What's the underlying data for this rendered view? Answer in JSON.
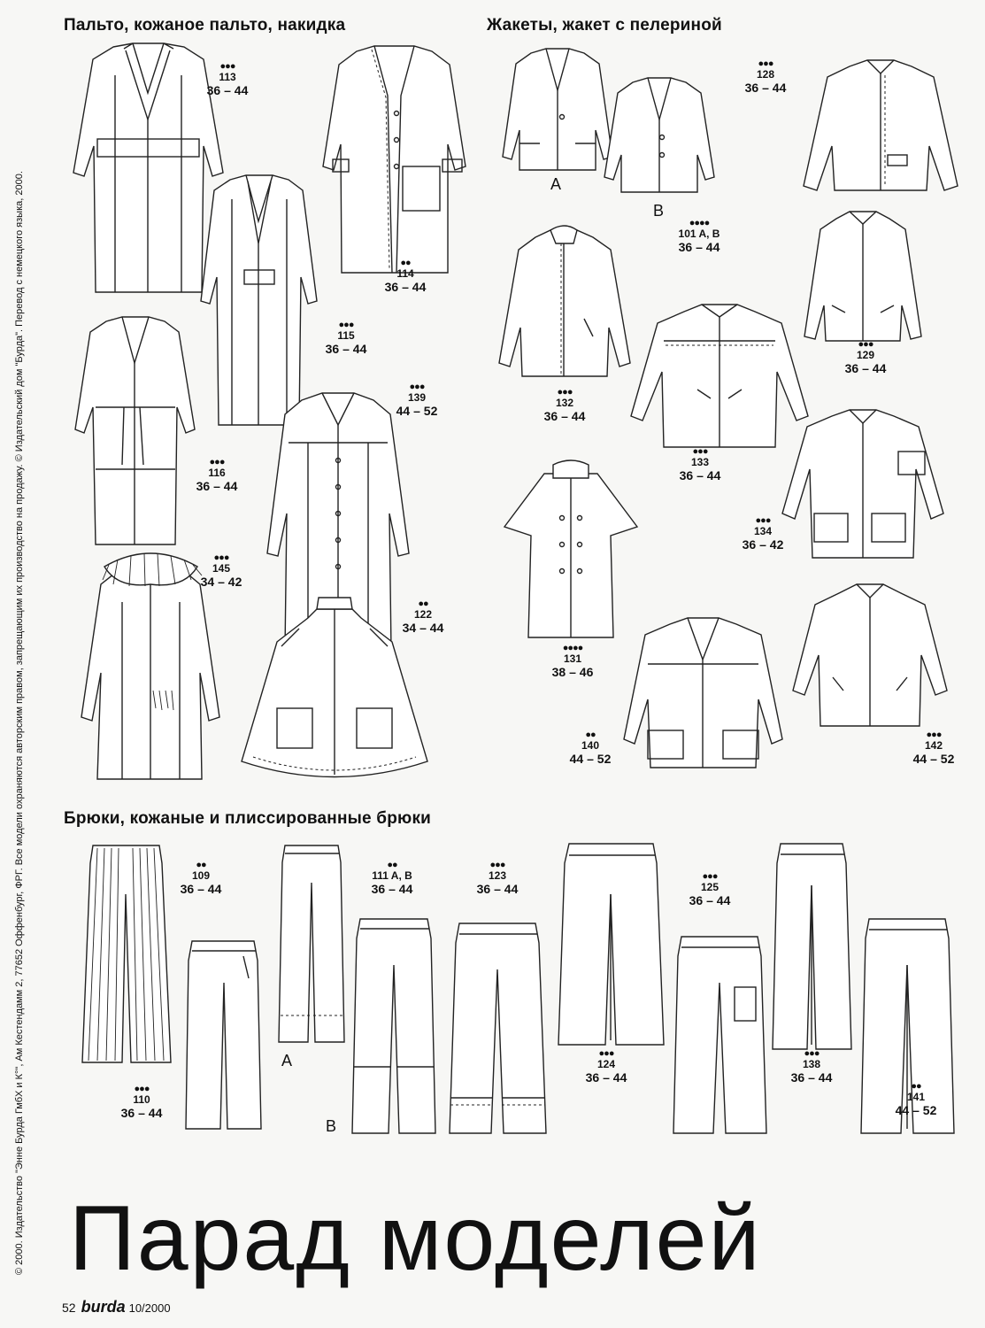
{
  "headings": {
    "coats": "Пальто, кожаное пальто, накидка",
    "jackets": "Жакеты, жакет с пелериной",
    "trousers": "Брюки, кожаные и плиссированные брюки"
  },
  "side_text": "© 2000. Издательство \"Энне Бурда ГмбХ и К°\", Ам Кестендамм 2, 77652 Оффенбург, ФРГ. Все модели охраняются авторским правом, запрещающим их производство на продажу. © Издательский дом \"Бурда\". Перевод с немецкого языка, 2000.",
  "models": {
    "m113": {
      "dots": "●●●",
      "number": "113",
      "sizes": "36 – 44"
    },
    "m114": {
      "dots": "●●",
      "number": "114",
      "sizes": "36 – 44"
    },
    "m115": {
      "dots": "●●●",
      "number": "115",
      "sizes": "36 – 44"
    },
    "m116": {
      "dots": "●●●",
      "number": "116",
      "sizes": "36 – 44"
    },
    "m139": {
      "dots": "●●●",
      "number": "139",
      "sizes": "44 – 52"
    },
    "m145": {
      "dots": "●●●",
      "number": "145",
      "sizes": "34 – 42"
    },
    "m122": {
      "dots": "●●",
      "number": "122",
      "sizes": "34 – 44"
    },
    "m128": {
      "dots": "●●●",
      "number": "128",
      "sizes": "36 – 44"
    },
    "m101": {
      "dots": "●●●●",
      "number": "101 A, B",
      "sizes": "36 – 44"
    },
    "m132": {
      "dots": "●●●",
      "number": "132",
      "sizes": "36 – 44"
    },
    "m129": {
      "dots": "●●●",
      "number": "129",
      "sizes": "36 – 44"
    },
    "m133": {
      "dots": "●●●",
      "number": "133",
      "sizes": "36 – 44"
    },
    "m134": {
      "dots": "●●●",
      "number": "134",
      "sizes": "36 – 42"
    },
    "m131": {
      "dots": "●●●●",
      "number": "131",
      "sizes": "38 – 46"
    },
    "m140": {
      "dots": "●●",
      "number": "140",
      "sizes": "44 – 52"
    },
    "m142": {
      "dots": "●●●",
      "number": "142",
      "sizes": "44 – 52"
    },
    "m109": {
      "dots": "●●",
      "number": "109",
      "sizes": "36 – 44"
    },
    "m111": {
      "dots": "●●",
      "number": "111 A, B",
      "sizes": "36 – 44"
    },
    "m123": {
      "dots": "●●●",
      "number": "123",
      "sizes": "36 – 44"
    },
    "m125": {
      "dots": "●●●",
      "number": "125",
      "sizes": "36 – 44"
    },
    "m110": {
      "dots": "●●●",
      "number": "110",
      "sizes": "36 – 44"
    },
    "m124": {
      "dots": "●●●",
      "number": "124",
      "sizes": "36 – 44"
    },
    "m138": {
      "dots": "●●●",
      "number": "138",
      "sizes": "36 – 44"
    },
    "m141": {
      "dots": "●●",
      "number": "141",
      "sizes": "44 – 52"
    }
  },
  "letters": {
    "jacket_a": "A",
    "jacket_b": "B",
    "trouser_a": "A",
    "trouser_b": "B"
  },
  "title": "Парад моделей",
  "footer": {
    "page": "52",
    "brand": "burda",
    "issue": "10/2000"
  }
}
